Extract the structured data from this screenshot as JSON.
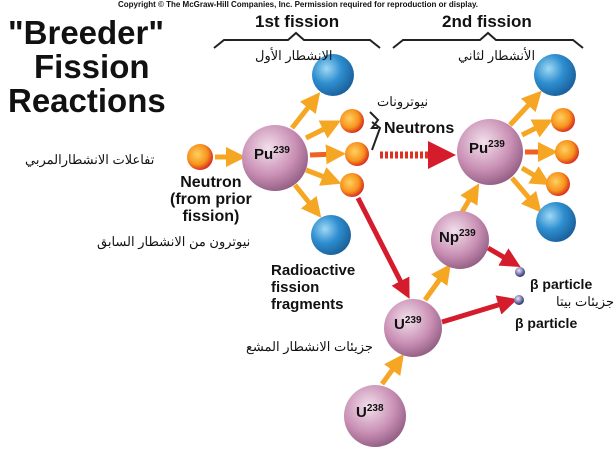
{
  "copyright": "Copyright © The McGraw-Hill Companies, Inc. Permission required for reproduction or display.",
  "title": [
    "\"Breeder\"",
    "Fission",
    "Reactions"
  ],
  "first_fission": "1st fission",
  "second_fission": "2nd fission",
  "first_fission_ar": "الانشطار الأول",
  "second_fission_ar": "الأنشطار لثاني",
  "neutrons": "Neutrons",
  "neutrons_ar": "نيوترونات",
  "breeder_ar": "تفاعلات الانشطارالمربي",
  "neutron_prior": [
    "Neutron",
    "(from prior",
    "fission)"
  ],
  "neutron_prior_ar": "نيوترون من الانشطار السابق",
  "fragments": [
    "Radioactive",
    "fission",
    "fragments"
  ],
  "fragments_ar": "جزيئات الانشطار المشع",
  "beta1": "β particle",
  "beta2": "β particle",
  "beta_ar": "جزيئات بيتا",
  "nuclei": {
    "pu": "Pu",
    "np": "Np",
    "u": "U",
    "m239": "239",
    "m238": "238"
  }
}
